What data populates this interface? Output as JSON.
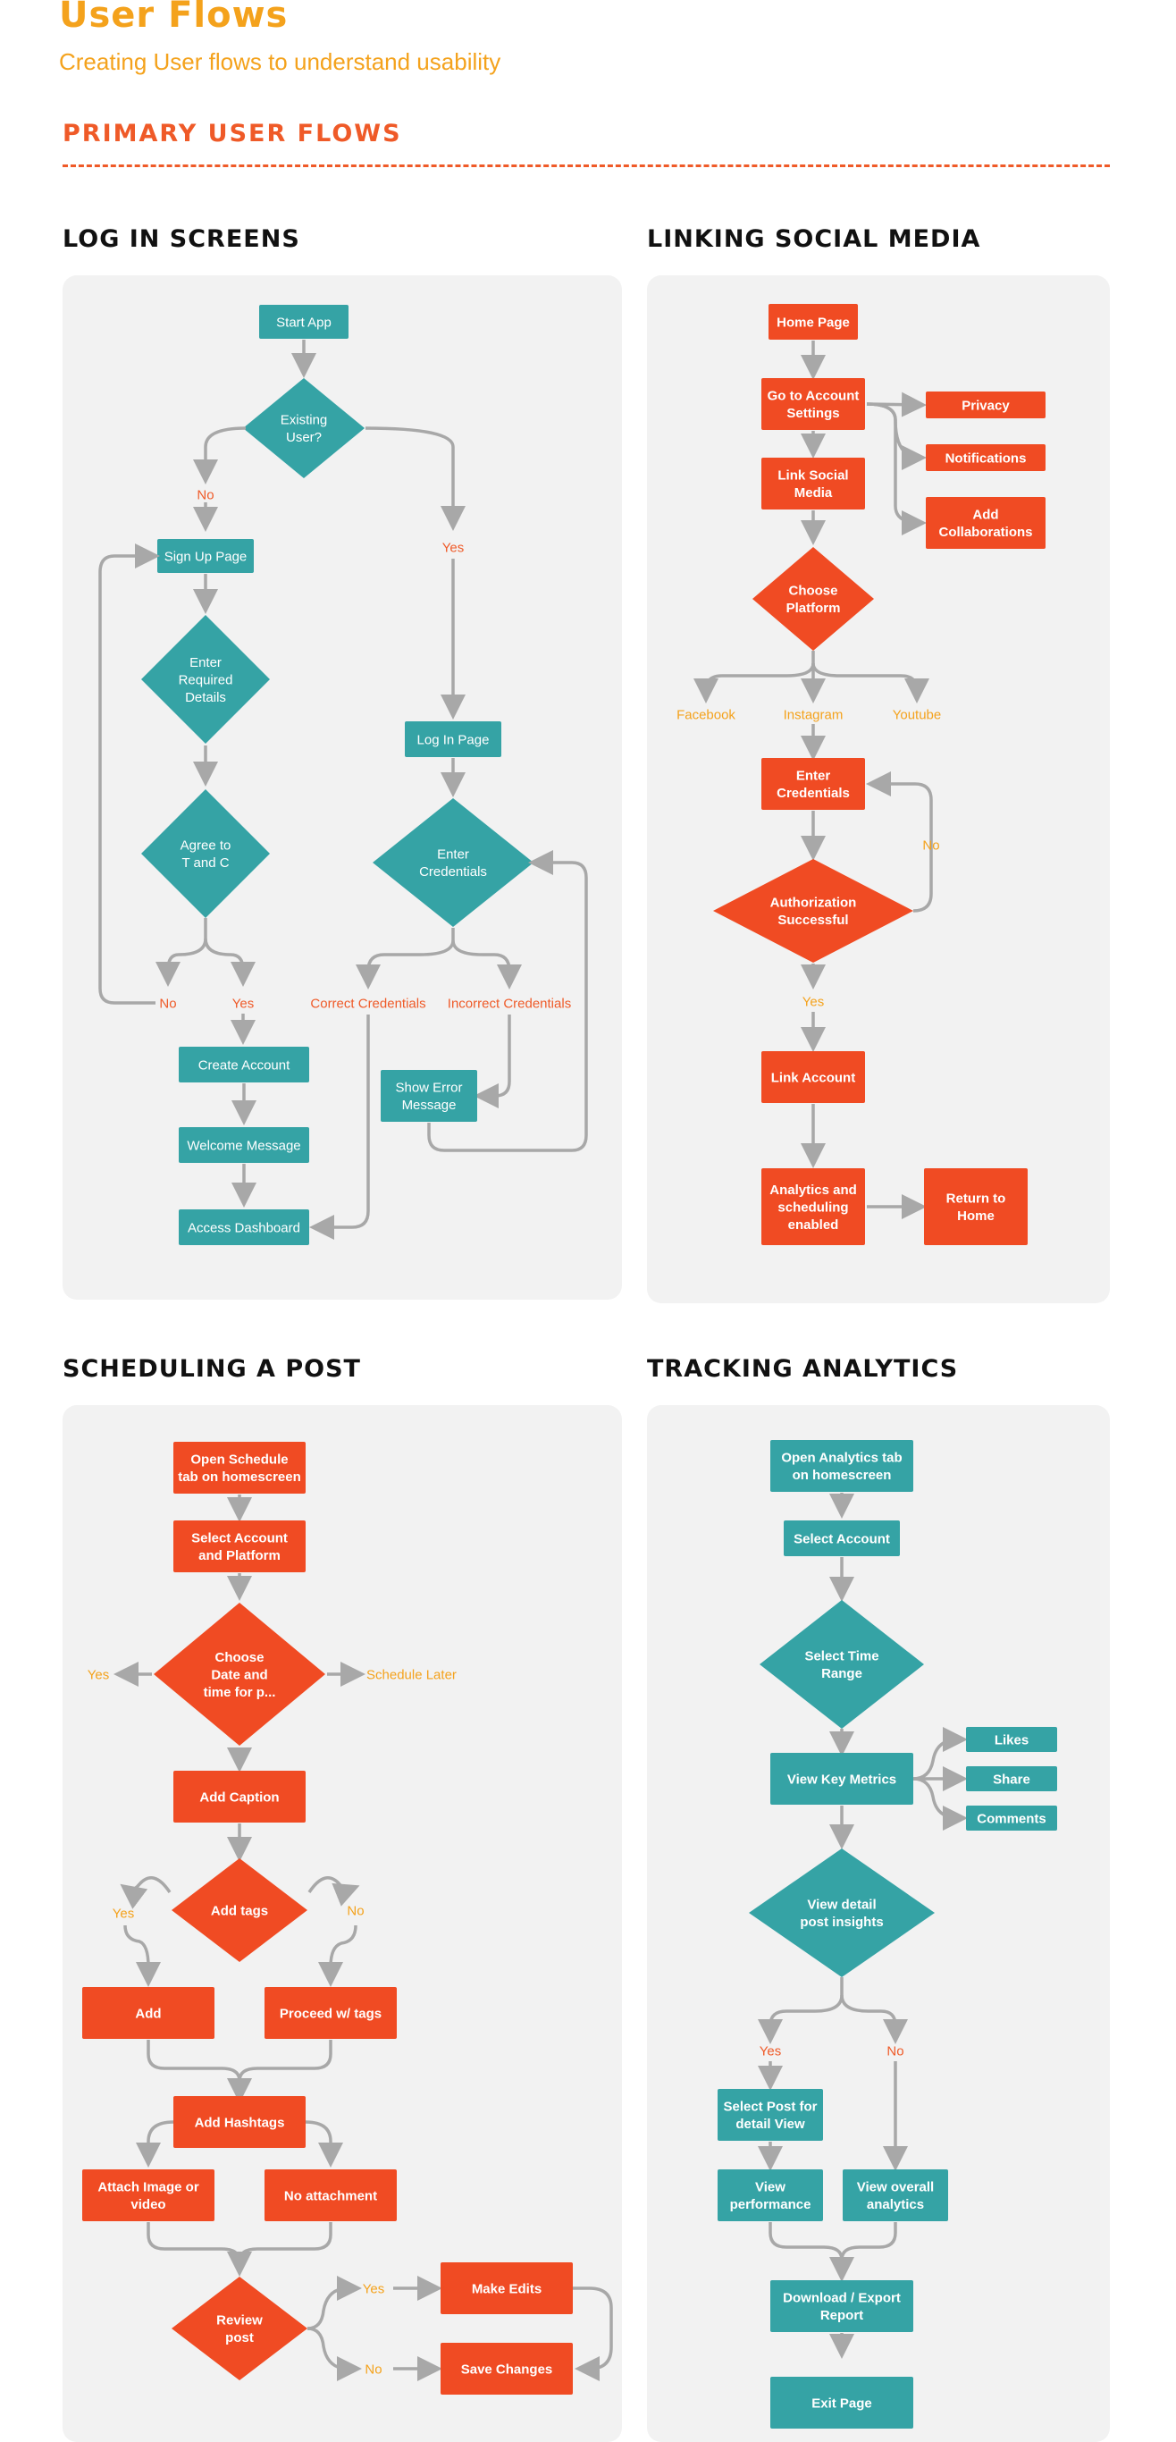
{
  "header": {
    "title": "User Flows",
    "subtitle": "Creating User flows to understand usability",
    "section": "PRIMARY USER FLOWS"
  },
  "colors": {
    "teal": "#35a3a5",
    "orange": "#f04b23",
    "arrow": "#a8a8a8",
    "label_orange": "#f4a21c",
    "label_red": "#ef5a28"
  },
  "panels": {
    "login": {
      "title": "LOG IN SCREENS",
      "start_app": "Start App",
      "existing_user": [
        "Existing",
        "User?"
      ],
      "no": "No",
      "yes": "Yes",
      "sign_up_page": "Sign Up Page",
      "enter_required_details": [
        "Enter",
        "Required",
        "Details"
      ],
      "agree_terms": [
        "Agree to",
        "T and C"
      ],
      "agree_no": "No",
      "agree_yes": "Yes",
      "create_account": "Create Account",
      "welcome_message": "Welcome Message",
      "access_dashboard": "Access Dashboard",
      "log_in_page": "Log In Page",
      "enter_credentials": [
        "Enter",
        "Credentials"
      ],
      "correct_credentials": "Correct Credentials",
      "incorrect_credentials": "Incorrect Credentials",
      "show_error_message": [
        "Show Error",
        "Message"
      ]
    },
    "social": {
      "title": "LINKING SOCIAL MEDIA",
      "home_page": "Home Page",
      "go_to_account_settings": [
        "Go to Account",
        "Settings"
      ],
      "privacy": "Privacy",
      "notifications": "Notifications",
      "add_collaborations": [
        "Add",
        "Collaborations"
      ],
      "link_social_media": [
        "Link Social",
        "Media"
      ],
      "choose_platform": [
        "Choose",
        "Platform"
      ],
      "facebook": "Facebook",
      "instagram": "Instagram",
      "youtube": "Youtube",
      "enter_credentials": [
        "Enter",
        "Credentials"
      ],
      "no": "No",
      "authorization_successful": [
        "Authorization",
        "Successful"
      ],
      "yes": "Yes",
      "link_account": "Link Account",
      "analytics_enabled": [
        "Analytics and",
        "scheduling",
        "enabled"
      ],
      "return_home": [
        "Return to",
        "Home"
      ]
    },
    "schedule": {
      "title": "SCHEDULING A POST",
      "open_schedule": [
        "Open  Schedule",
        "tab on homescreen"
      ],
      "select_account_platform": [
        "Select Account",
        "and Platform"
      ],
      "choose_date": [
        "Choose",
        "Date and",
        "time for p..."
      ],
      "yes": "Yes",
      "schedule_later": "Schedule Later",
      "add_caption": "Add Caption",
      "add_tags": "Add tags",
      "tags_yes": "Yes",
      "tags_no": "No",
      "add": "Add",
      "proceed_tags": "Proceed w/ tags",
      "add_hashtags": "Add Hashtags",
      "attach_image": [
        "Attach Image or",
        "video"
      ],
      "no_attachment": "No attachment",
      "review_post": [
        "Review",
        "post"
      ],
      "review_yes": "Yes",
      "review_no": "No",
      "make_edits": "Make Edits",
      "save_changes": "Save Changes"
    },
    "analytics": {
      "title": "TRACKING ANALYTICS",
      "open_analytics": [
        "Open  Analytics tab",
        "on homescreen"
      ],
      "select_account": "Select Account",
      "select_time_range": [
        "Select Time",
        "Range"
      ],
      "view_key_metrics": "View Key Metrics",
      "likes": "Likes",
      "share": "Share",
      "comments": "Comments",
      "view_detail_insights": [
        "View detail",
        "post insights"
      ],
      "yes": "Yes",
      "no": "No",
      "select_post_detail": [
        "Select Post for",
        "detail View"
      ],
      "view_performance": [
        "View",
        "performance"
      ],
      "view_overall_analytics": [
        "View overall",
        "analytics"
      ],
      "download_export": [
        "Download / Export",
        "Report"
      ],
      "exit_page": "Exit Page"
    }
  }
}
